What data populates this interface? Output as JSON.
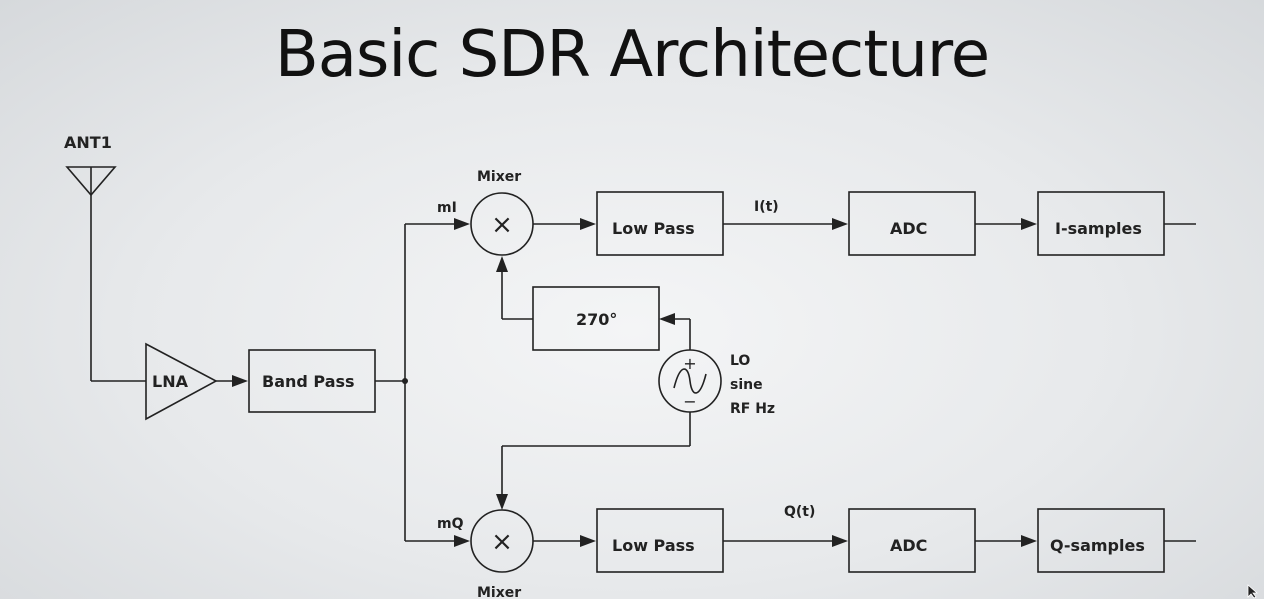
{
  "title": "Basic SDR Architecture",
  "labels": {
    "antenna": "ANT1",
    "lna": "LNA",
    "band_pass": "Band Pass",
    "mixer_top": "Mixer",
    "mixer_bottom": "Mixer",
    "mi": "mI",
    "mq": "mQ",
    "low_pass_top": "Low Pass",
    "low_pass_bottom": "Low Pass",
    "i_t": "I(t)",
    "q_t": "Q(t)",
    "adc_top": "ADC",
    "adc_bottom": "ADC",
    "i_samples": "I-samples",
    "q_samples": "Q-samples",
    "phase_shift": "270°",
    "lo_line1": "LO",
    "lo_line2": "sine",
    "lo_line3": "RF Hz",
    "mixer_symbol": "×",
    "plus": "+",
    "minus": "−"
  }
}
